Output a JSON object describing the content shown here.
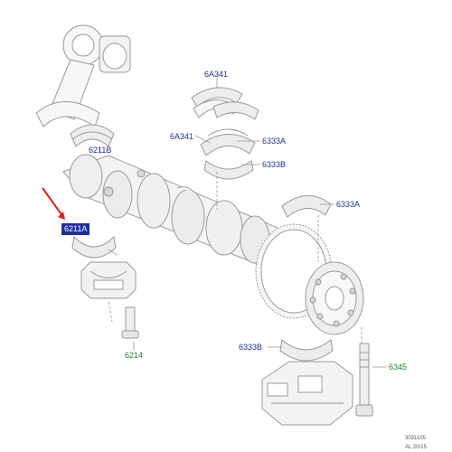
{
  "diagram": {
    "labels": {
      "upper_thrust_washer": "6A341",
      "lower_thrust_washer": "6A341",
      "upper_main_bearing_a": "6333A",
      "lower_main_bearing_b": "6333B",
      "rod_bearing_upper": "6211B",
      "rod_bearing_highlighted": "6211A",
      "main_bearing_right": "6333A",
      "main_bearing_lower_right": "6333B",
      "rod_bolt": "6214",
      "main_cap_bolt": "6345"
    },
    "reference": {
      "code": "3031105",
      "sub": "AL 20/15"
    },
    "colors": {
      "label_blue": "#1f2f9e",
      "label_green": "#2e7a2e",
      "arrow_red": "#e0201a",
      "line_gray": "#9a9a9a"
    }
  }
}
